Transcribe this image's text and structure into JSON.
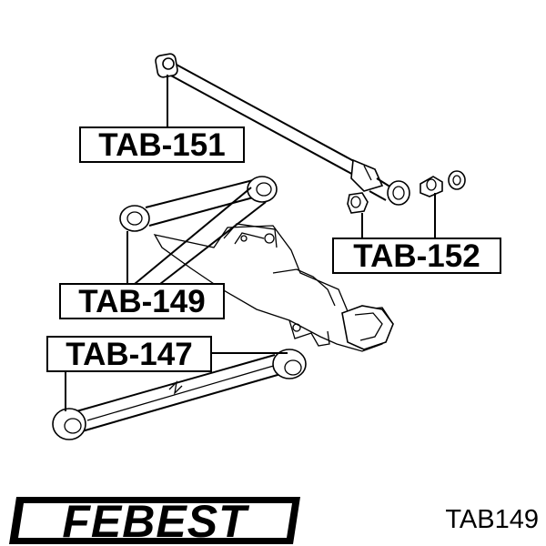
{
  "labels": {
    "tab151": "TAB-151",
    "tab152": "TAB-152",
    "tab149": "TAB-149",
    "tab147": "TAB-147"
  },
  "logo": {
    "brand": "FEBEST"
  },
  "part_code": "TAB149",
  "colors": {
    "ink": "#000000",
    "background": "#ffffff"
  }
}
